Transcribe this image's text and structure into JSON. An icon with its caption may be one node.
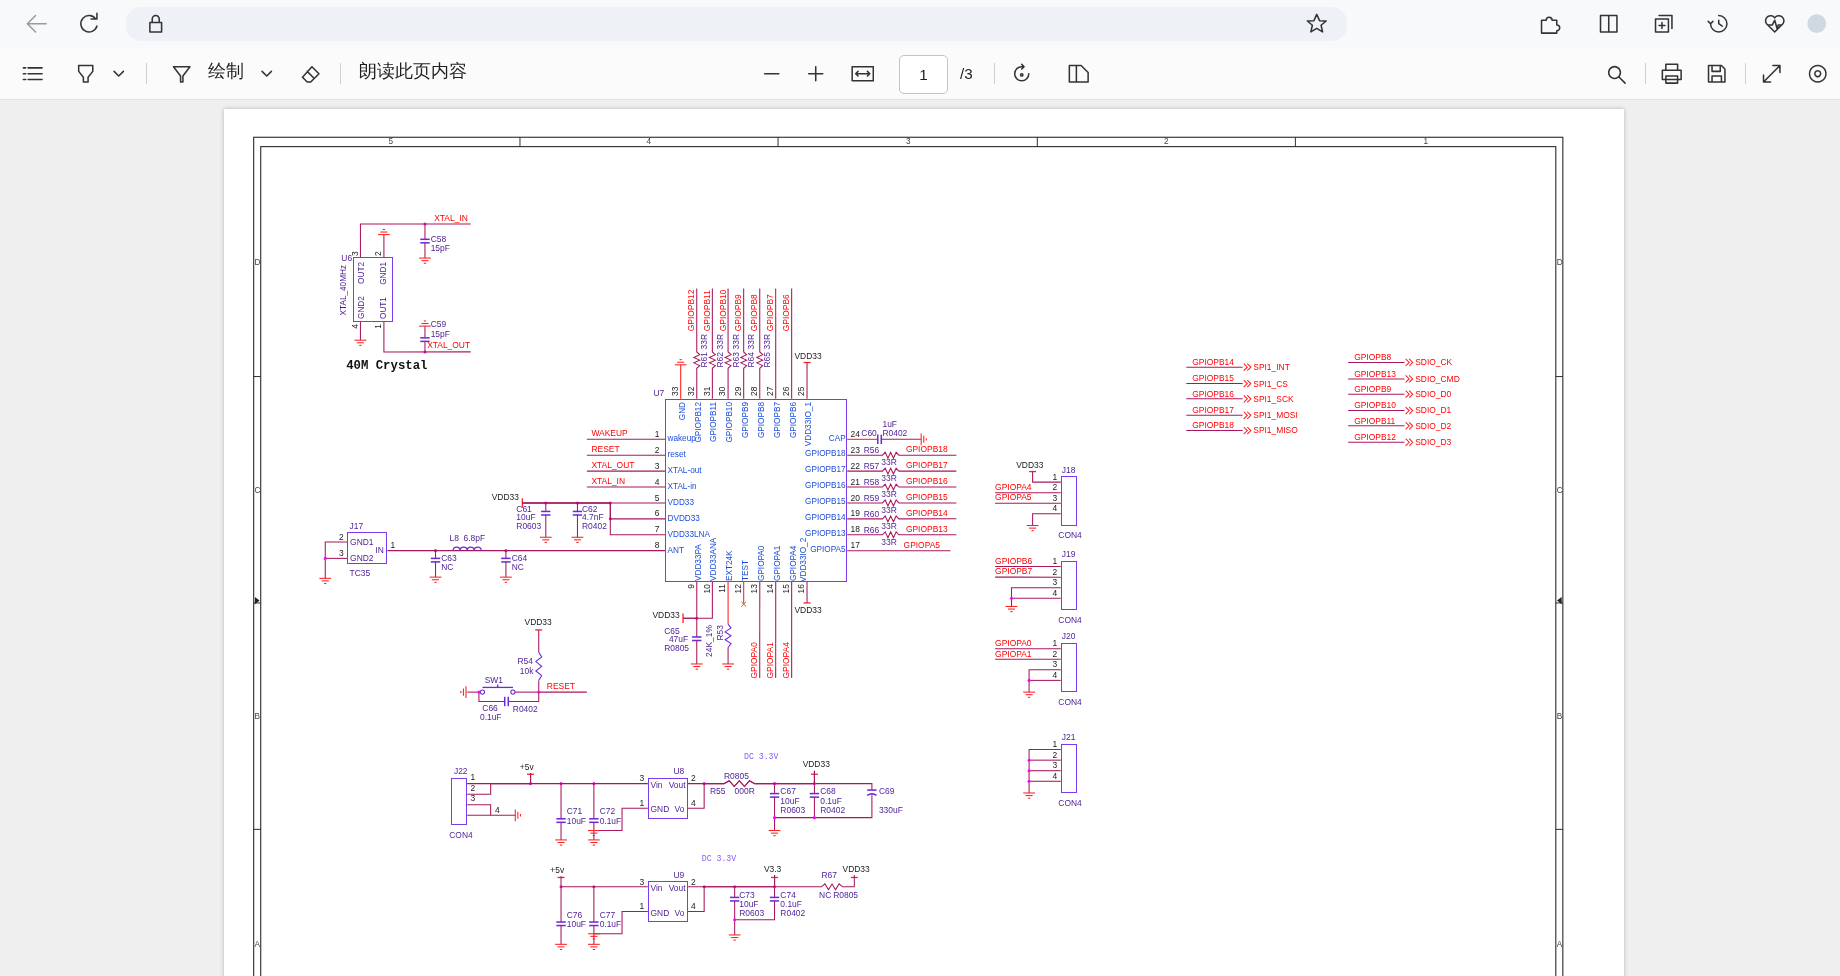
{
  "diagram": {
    "nodes": [
      {
        "text": [
          "U6",
          "XTAL_40MHz",
          "OUT2",
          "GND1",
          "GND2",
          "OUT1"
        ],
        "beside": [
          "3",
          "2",
          "4",
          "1"
        ]
      },
      {
        "text": [
          "U7",
          "wakeup",
          "reset",
          "XTAL-out",
          "XTAL-in",
          "VDD33",
          "DVDD33",
          "VDD33LNA",
          "ANT",
          "CAP",
          "GPIOPB18",
          "GPIOPB17",
          "GPIOPB16",
          "GPIOPB15",
          "GPIOPB14",
          "GPIOPB13",
          "GPIOPA5",
          "GND",
          "GPIOPB12",
          "GPIOPB11",
          "GPIOPB10",
          "GPIOPB9",
          "GPIOPB8",
          "GPIOPB7",
          "GPIOPB6",
          "VDD33IO_1",
          "VDD33PA",
          "VDD33ANA",
          "EXT24K",
          "TEST",
          "GPIOPA0",
          "GPIOPA1",
          "GPIOPA4",
          "VDD33IO_2"
        ],
        "beside": [
          "1",
          "2",
          "3",
          "4",
          "5",
          "6",
          "7",
          "8",
          "24",
          "23",
          "22",
          "21",
          "20",
          "19",
          "18",
          "17",
          "33",
          "32",
          "31",
          "30",
          "29",
          "28",
          "27",
          "26",
          "25",
          "9",
          "10",
          "11",
          "12",
          "13",
          "14",
          "15",
          "16"
        ]
      },
      {
        "text": [
          "J17",
          "GND1",
          "GND2",
          "IN",
          "TC35"
        ],
        "beside": [
          "2",
          "3",
          "1"
        ]
      },
      {
        "text": [
          "J18",
          "CON4"
        ],
        "beside": [
          "1",
          "2",
          "3",
          "4"
        ]
      },
      {
        "text": [
          "J19",
          "CON4"
        ],
        "beside": [
          "1",
          "2",
          "3",
          "4"
        ]
      },
      {
        "text": [
          "J20",
          "CON4"
        ],
        "beside": [
          "1",
          "2",
          "3",
          "4"
        ]
      },
      {
        "text": [
          "J21",
          "CON4"
        ],
        "beside": [
          "1",
          "2",
          "3",
          "4"
        ]
      },
      {
        "text": [
          "J22",
          "CON4"
        ],
        "beside": [
          "1",
          "2",
          "3",
          "4"
        ]
      },
      {
        "text": [
          "U8",
          "Vin",
          "Vout",
          "GND",
          "Vo"
        ],
        "beside": [
          "3",
          "1",
          "2",
          "4"
        ]
      },
      {
        "text": [
          "U9",
          "Vin",
          "Vout",
          "GND",
          "Vo"
        ],
        "beside": [
          "3",
          "1",
          "2",
          "4"
        ]
      },
      {
        "text": [
          "XTAL_IN"
        ]
      },
      {
        "text": [
          "XTAL_OUT"
        ]
      },
      {
        "text": [
          "WAKEUP"
        ]
      },
      {
        "text": [
          "RESET"
        ]
      },
      {
        "text": [
          "XTAL_OUT"
        ]
      },
      {
        "text": [
          "XTAL_IN"
        ]
      },
      {
        "text": [
          "VDD33"
        ]
      },
      {
        "text": [
          "GPIOPB12"
        ]
      },
      {
        "text": [
          "GPIOPB11"
        ]
      },
      {
        "text": [
          "GPIOPB10"
        ]
      },
      {
        "text": [
          "GPIOPB9"
        ]
      },
      {
        "text": [
          "GPIOPB8"
        ]
      },
      {
        "text": [
          "GPIOPB7"
        ]
      },
      {
        "text": [
          "GPIOPB6"
        ]
      },
      {
        "text": [
          "VDD33"
        ]
      },
      {
        "text": [
          "GPIOPB18"
        ]
      },
      {
        "text": [
          "GPIOPB17"
        ]
      },
      {
        "text": [
          "GPIOPB16"
        ]
      },
      {
        "text": [
          "GPIOPB15"
        ]
      },
      {
        "text": [
          "GPIOPB14"
        ]
      },
      {
        "text": [
          "GPIOPB13"
        ]
      },
      {
        "text": [
          "GPIOPA5"
        ]
      },
      {
        "text": [
          "VDD33"
        ]
      },
      {
        "text": [
          "GPIOPA0"
        ]
      },
      {
        "text": [
          "GPIOPA1"
        ]
      },
      {
        "text": [
          "GPIOPA4"
        ]
      },
      {
        "text": [
          "VDD33"
        ]
      },
      {
        "text": [
          "VDD33"
        ]
      },
      {
        "text": [
          "GPIOPA4"
        ]
      },
      {
        "text": [
          "GPIOPA5"
        ]
      },
      {
        "text": [
          "GPIOPB6"
        ]
      },
      {
        "text": [
          "GPIOPB7"
        ]
      },
      {
        "text": [
          "GPIOPA0"
        ]
      },
      {
        "text": [
          "GPIOPA1"
        ]
      },
      {
        "text": [
          "VDD33"
        ]
      },
      {
        "text": [
          "+5v"
        ]
      },
      {
        "text": [
          "+5v"
        ]
      },
      {
        "text": [
          "V3.3"
        ]
      },
      {
        "text": [
          "VDD33"
        ]
      }
    ],
    "edges": [
      {
        "from": 2,
        "to": 1,
        "arrow": "none"
      },
      {
        "from": 7,
        "to": 45,
        "arrow": "none"
      },
      {
        "from": 0,
        "to": 10,
        "arrow": "none"
      },
      {
        "from": 0,
        "to": 11,
        "arrow": "none"
      },
      {
        "from": 1,
        "to": 12,
        "arrow": "none"
      },
      {
        "from": 1,
        "to": 13,
        "arrow": "none"
      },
      {
        "from": 1,
        "to": 14,
        "arrow": "none"
      },
      {
        "from": 1,
        "to": 15,
        "arrow": "none"
      },
      {
        "from": 1,
        "to": 16,
        "arrow": "none"
      },
      {
        "from": 1,
        "to": 17,
        "arrow": "none"
      },
      {
        "from": 1,
        "to": 18,
        "arrow": "none"
      },
      {
        "from": 1,
        "to": 19,
        "arrow": "none"
      },
      {
        "from": 1,
        "to": 20,
        "arrow": "none"
      },
      {
        "from": 1,
        "to": 21,
        "arrow": "none"
      },
      {
        "from": 1,
        "to": 22,
        "arrow": "none"
      },
      {
        "from": 1,
        "to": 23,
        "arrow": "none"
      },
      {
        "from": 1,
        "to": 24,
        "arrow": "none"
      },
      {
        "from": 1,
        "to": 25,
        "arrow": "none"
      },
      {
        "from": 1,
        "to": 26,
        "arrow": "none"
      },
      {
        "from": 1,
        "to": 27,
        "arrow": "none"
      },
      {
        "from": 1,
        "to": 28,
        "arrow": "none"
      },
      {
        "from": 1,
        "to": 29,
        "arrow": "none"
      },
      {
        "from": 1,
        "to": 30,
        "arrow": "none"
      },
      {
        "from": 1,
        "to": 31,
        "arrow": "none"
      },
      {
        "from": 1,
        "to": 32,
        "arrow": "none"
      },
      {
        "from": 1,
        "to": 33,
        "arrow": "none"
      },
      {
        "from": 1,
        "to": 34,
        "arrow": "none"
      },
      {
        "from": 1,
        "to": 35,
        "arrow": "none"
      },
      {
        "from": 1,
        "to": 36,
        "arrow": "none"
      },
      {
        "from": 3,
        "to": 37,
        "arrow": "none"
      },
      {
        "from": 3,
        "to": 38,
        "arrow": "none"
      },
      {
        "from": 3,
        "to": 39,
        "arrow": "none"
      },
      {
        "from": 4,
        "to": 40,
        "arrow": "none"
      },
      {
        "from": 4,
        "to": 41,
        "arrow": "none"
      },
      {
        "from": 5,
        "to": 42,
        "arrow": "none"
      },
      {
        "from": 5,
        "to": 43,
        "arrow": "none"
      },
      {
        "from": 8,
        "to": 44,
        "arrow": "none"
      },
      {
        "from": 45,
        "to": 8,
        "arrow": "none"
      },
      {
        "from": 46,
        "to": 9,
        "arrow": "none"
      },
      {
        "from": 9,
        "to": 47,
        "arrow": "none"
      },
      {
        "from": 47,
        "to": 48,
        "arrow": "none"
      },
      {
        "from": 1,
        "to": 16,
        "arrow": "none"
      },
      {
        "from": 1,
        "to": 16,
        "arrow": "none"
      },
      {
        "from": 1,
        "to": 32,
        "arrow": "none"
      },
      {
        "from": 7,
        "to": 45,
        "arrow": "none"
      },
      {
        "from": 8,
        "to": 44,
        "arrow": "none"
      },
      {
        "from": 9,
        "to": 47,
        "arrow": "none"
      }
    ],
    "labels": [
      "绘制",
      "朗读此页内容",
      "1",
      "/3",
      "5",
      "4",
      "3",
      "2",
      "1",
      "D",
      "C",
      "B",
      "A",
      "D",
      "C",
      "B",
      "A",
      "C58",
      "15pF",
      "C59",
      "15pF",
      "40M Crystal",
      "C61",
      "10uF",
      "R0603",
      "C62",
      "4.7nF",
      "R0402",
      "R61",
      "33R",
      "R62",
      "33R",
      "R63",
      "33R",
      "R64",
      "33R",
      "R65",
      "33R",
      "C60",
      "1uF",
      "R0402",
      "R56",
      "33R",
      "R57",
      "33R",
      "R58",
      "33R",
      "R59",
      "33R",
      "R60",
      "33R",
      "R66",
      "33R",
      "C65",
      "47uF",
      "R0805",
      "R53",
      "24K_1%",
      "VDD33",
      "R54",
      "10k",
      "SW1",
      "RESET",
      "C66",
      "0.1uF",
      "R0402",
      "L8",
      "6.8pF",
      "C63",
      "NC",
      "C64",
      "NC",
      "GPIOPB14",
      "SPI1_INT",
      "GPIOPB15",
      "SPI1_CS",
      "GPIOPB16",
      "SPI1_SCK",
      "GPIOPB17",
      "SPI1_MOSI",
      "GPIOPB18",
      "SPI1_MISO",
      "GPIOPB8",
      "SDIO_CK",
      "GPIOPB13",
      "SDIO_CMD",
      "GPIOPB9",
      "SDIO_D0",
      "GPIOPB10",
      "SDIO_D1",
      "GPIOPB11",
      "SDIO_D2",
      "GPIOPB12",
      "SDIO_D3",
      "C71",
      "10uF",
      "C72",
      "0.1uF",
      "DC 3.3V",
      "R0805",
      "R55",
      "000R",
      "C67",
      "10uF",
      "R0603",
      "C68",
      "0.1uF",
      "R0402",
      "C69",
      "330uF",
      "DC 3.3V",
      "C76",
      "10uF",
      "C77",
      "0.1uF",
      "R67",
      "C73",
      "10uF",
      "R0603",
      "C74",
      "0.1uF",
      "R0402",
      "NC",
      "R0805"
    ]
  }
}
